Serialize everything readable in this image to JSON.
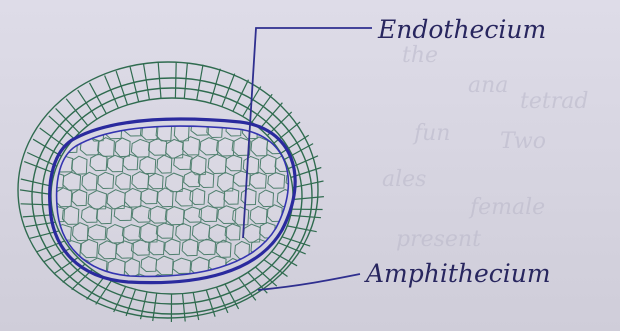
{
  "diagram": {
    "labels": {
      "top": "Endothecium",
      "bottom": "Amphithecium"
    },
    "colors": {
      "paper": "#d9d7e3",
      "outer_cells": "#2f6b4f",
      "inner_cells": "#4f7f6e",
      "boundary": "#2a2a9e",
      "label_ink": "#28265f",
      "bleed_through": "#b9b7c9"
    },
    "background_bleed_text": [
      "the",
      "ana",
      "tetrad",
      "fun",
      "Two",
      "ales",
      "female",
      "present"
    ]
  }
}
